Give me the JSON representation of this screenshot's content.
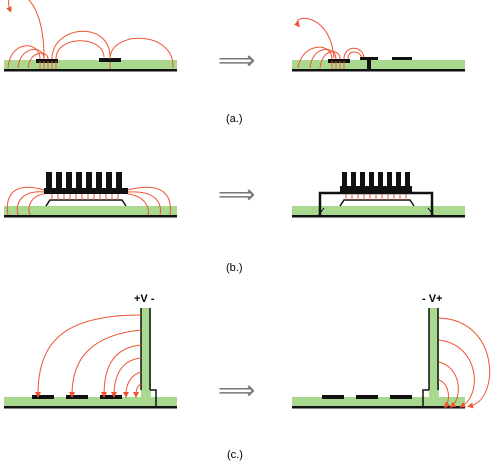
{
  "captions": {
    "a": "(a.)",
    "b": "(b.)",
    "c": "(c.)"
  },
  "arrow_glyph": "⟹",
  "labels": {
    "left_c": "+V -",
    "right_c": "- V+"
  },
  "colors": {
    "board": "#a9d98f",
    "field_line": "#ee5533",
    "conductor": "#111111",
    "arrow": "#777777"
  },
  "icons": {
    "transition": "double-right-arrow-icon"
  }
}
